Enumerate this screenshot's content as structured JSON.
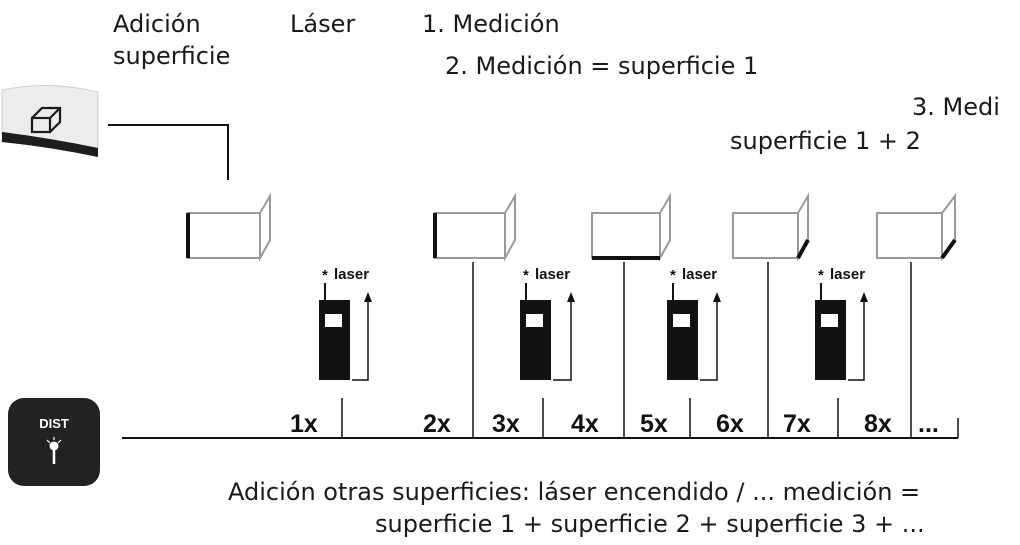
{
  "header": {
    "adicion_line1": "Adición",
    "adicion_line2": "superficie",
    "laser": "Láser",
    "step1": "1. Medición",
    "step2": "2. Medición = superficie 1",
    "step3_line1": "3. Medi",
    "step3_line2": "superficie 1 + 2"
  },
  "keys": {
    "area_key_icon": "area-cube-icon",
    "dist_key_label": "DIST",
    "dist_key_icon": "laser-pointer-icon"
  },
  "laser_label": "laser",
  "counts": [
    "1x",
    "2x",
    "3x",
    "4x",
    "5x",
    "6x",
    "7x",
    "8x",
    "..."
  ],
  "footer": {
    "line1": "Adición otras superficies: láser encendido / ... medición =",
    "line2": "superficie 1 + superficie 2 + superficie 3 + ..."
  },
  "colors": {
    "ink": "#1a1a1a",
    "key_dark": "#222222",
    "key_light": "#e9e9e9"
  }
}
